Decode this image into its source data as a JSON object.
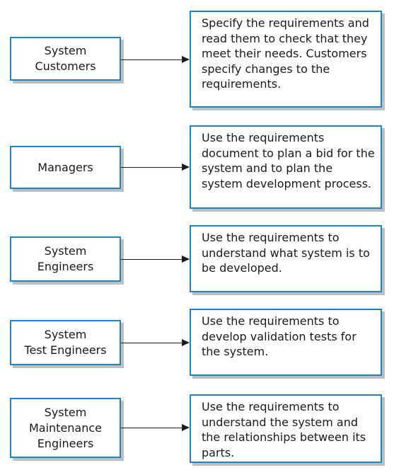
{
  "rows": [
    {
      "reader": "System\nCustomers",
      "use": "Specify the requirements and read them to check that they meet their needs. Customers specify changes to the requirements."
    },
    {
      "reader": "Managers",
      "use": "Use the requirements document to plan a bid for the system and to plan the system development process."
    },
    {
      "reader": "System\nEngineers",
      "use": "Use the requirements to understand what system is to be developed."
    },
    {
      "reader": "System\nTest Engineers",
      "use": "Use the requirements to develop validation tests for the system."
    },
    {
      "reader": "System\nMaintenance\nEngineers",
      "use": "Use the requirements to understand the system and the relationships between its parts."
    }
  ],
  "colors": {
    "box_border": "#1d84c6",
    "shadow": "#bfbfbf",
    "arrow": "#1a1a1a"
  }
}
